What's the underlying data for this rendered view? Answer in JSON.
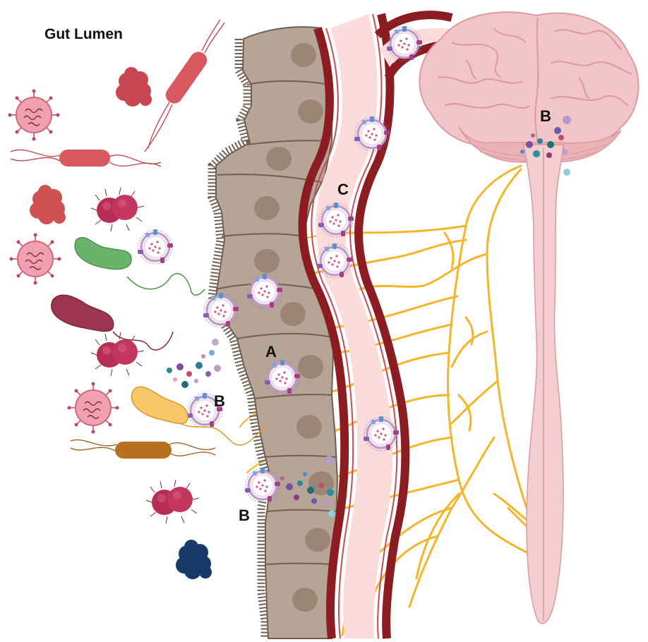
{
  "labels": {
    "title": "Gut Lumen",
    "a": "A",
    "b_lumen": "B",
    "b_wall": "B",
    "b_brain": "B",
    "c": "C"
  },
  "colors": {
    "epithelium": "#b6a596",
    "epithelium_edge": "#6f5f52",
    "nucleus": "#9b8575",
    "vessel_wall": "#8b1d22",
    "vessel_lumen": "#fbdcda",
    "nerve": "#f5b52a",
    "brain": "#f2c6c9",
    "brain_fold": "#d99aa0",
    "spinal_cord": "#f4cdd0"
  },
  "icons": {
    "virus": "virus-icon",
    "rod_bacterium": "rod-bacterium-icon",
    "diplococcus": "diplococcus-icon",
    "coccus_cluster": "coccus-cluster-icon",
    "vesicle": "extracellular-vesicle-icon",
    "metabolites": "metabolite-cluster-icon"
  }
}
